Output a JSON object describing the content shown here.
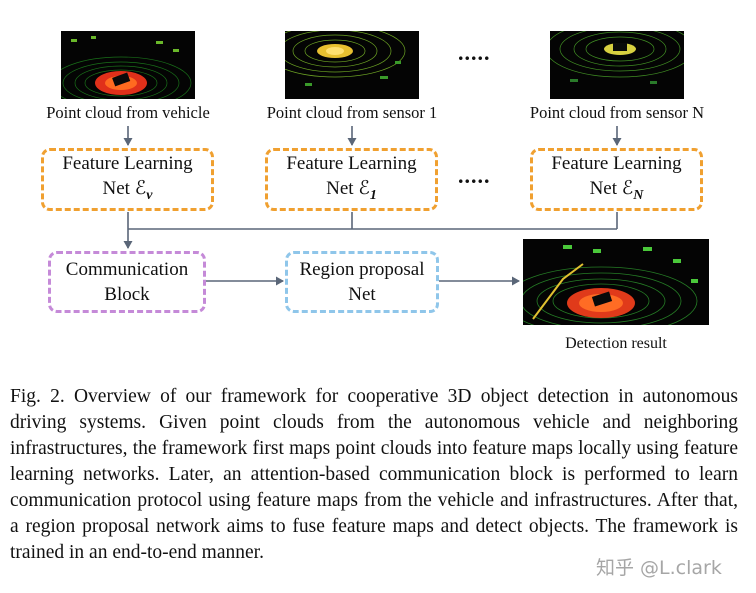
{
  "figure": {
    "inputs": [
      {
        "label": "Point cloud from vehicle"
      },
      {
        "label": "Point cloud from sensor 1"
      },
      {
        "label": "Point cloud from sensor N"
      }
    ],
    "ellipsis_top": ".....",
    "ellipsis_mid": ".....",
    "feature_nets": [
      {
        "line1": "Feature Learning",
        "line2": "Net",
        "symbol": "ℰ",
        "subscript": "v"
      },
      {
        "line1": "Feature Learning",
        "line2": "Net",
        "symbol": "ℰ",
        "subscript": "1"
      },
      {
        "line1": "Feature Learning",
        "line2": "Net",
        "symbol": "ℰ",
        "subscript": "N"
      }
    ],
    "communication_block": {
      "line1": "Communication",
      "line2": "Block"
    },
    "region_proposal": {
      "line1": "Region proposal",
      "line2": "Net"
    },
    "output_label": "Detection result",
    "colors": {
      "feature_border": "#f0a030",
      "communication_border": "#c58ad8",
      "region_border": "#8fc6ea",
      "arrow": "#5a6678"
    }
  },
  "caption": {
    "text": "Fig. 2.  Overview of our framework for cooperative 3D object detection in autonomous driving systems. Given point clouds from the autonomous vehicle and neighboring infrastructures, the framework first maps point clouds into feature maps locally using feature learning networks. Later, an attention-based communication block is performed to learn communication protocol using feature maps from the vehicle and infrastructures. After that, a region proposal network aims to fuse feature maps and detect objects. The framework is trained in an end-to-end manner."
  },
  "watermark": "知乎 @L.clark"
}
